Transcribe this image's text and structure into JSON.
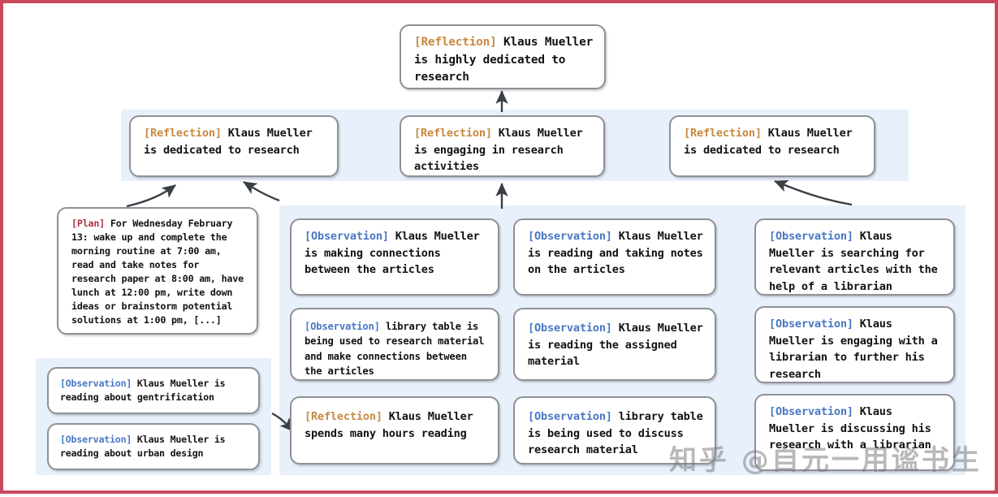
{
  "frame": {
    "border_color": "#c8485c",
    "background": "#ffffff",
    "panel_color": "#e8f0fb",
    "node_border_color": "#8e9195"
  },
  "tag_colors": {
    "reflection": "#c8893f",
    "observation": "#4878c4",
    "plan": "#a8333f"
  },
  "root": {
    "tag": "[Reflection]",
    "tag_type": "reflection",
    "text": "Klaus Mueller is highly dedicated to research"
  },
  "reflections": [
    {
      "tag": "[Reflection]",
      "tag_type": "reflection",
      "text": "Klaus Mueller is dedicated to research"
    },
    {
      "tag": "[Reflection]",
      "tag_type": "reflection",
      "text": "Klaus Mueller is engaging in research activities"
    },
    {
      "tag": "[Reflection]",
      "tag_type": "reflection",
      "text": "Klaus Mueller is dedicated to research"
    }
  ],
  "plan": {
    "tag": "[Plan]",
    "tag_type": "plan",
    "text": "For Wednesday February 13: wake up and complete the morning routine at 7:00 am, read and take notes for research paper at 8:00 am, have lunch at 12:00 pm, write down ideas or brainstorm potential solutions at 1:00 pm, [...]"
  },
  "left_observations": [
    {
      "tag": "[Observation]",
      "tag_type": "observation",
      "text": "Klaus Mueller is reading about gentrification"
    },
    {
      "tag": "[Observation]",
      "tag_type": "observation",
      "text": "Klaus Mueller is reading about urban design"
    }
  ],
  "column_two": [
    {
      "tag": "[Observation]",
      "tag_type": "observation",
      "text": "Klaus Mueller is making connections between the articles"
    },
    {
      "tag": "[Observation]",
      "tag_type": "observation",
      "text": "library table is being used to research material and make connections between the articles"
    },
    {
      "tag": "[Reflection]",
      "tag_type": "reflection",
      "text": "Klaus Mueller spends many hours reading"
    }
  ],
  "column_three": [
    {
      "tag": "[Observation]",
      "tag_type": "observation",
      "text": "Klaus Mueller is reading and taking notes on the articles"
    },
    {
      "tag": "[Observation]",
      "tag_type": "observation",
      "text": "Klaus Mueller is reading the assigned material"
    },
    {
      "tag": "[Observation]",
      "tag_type": "observation",
      "text": "library table is being used to discuss research material"
    }
  ],
  "column_four": [
    {
      "tag": "[Observation]",
      "tag_type": "observation",
      "text": "Klaus Mueller is searching for relevant articles with the help of a librarian"
    },
    {
      "tag": "[Observation]",
      "tag_type": "observation",
      "text": "Klaus Mueller is engaging with a librarian to further his research"
    },
    {
      "tag": "[Observation]",
      "tag_type": "observation",
      "text": "Klaus Mueller is discussing his research with a librarian"
    }
  ],
  "watermark": {
    "text": "知乎 @自元一用谧书生"
  }
}
